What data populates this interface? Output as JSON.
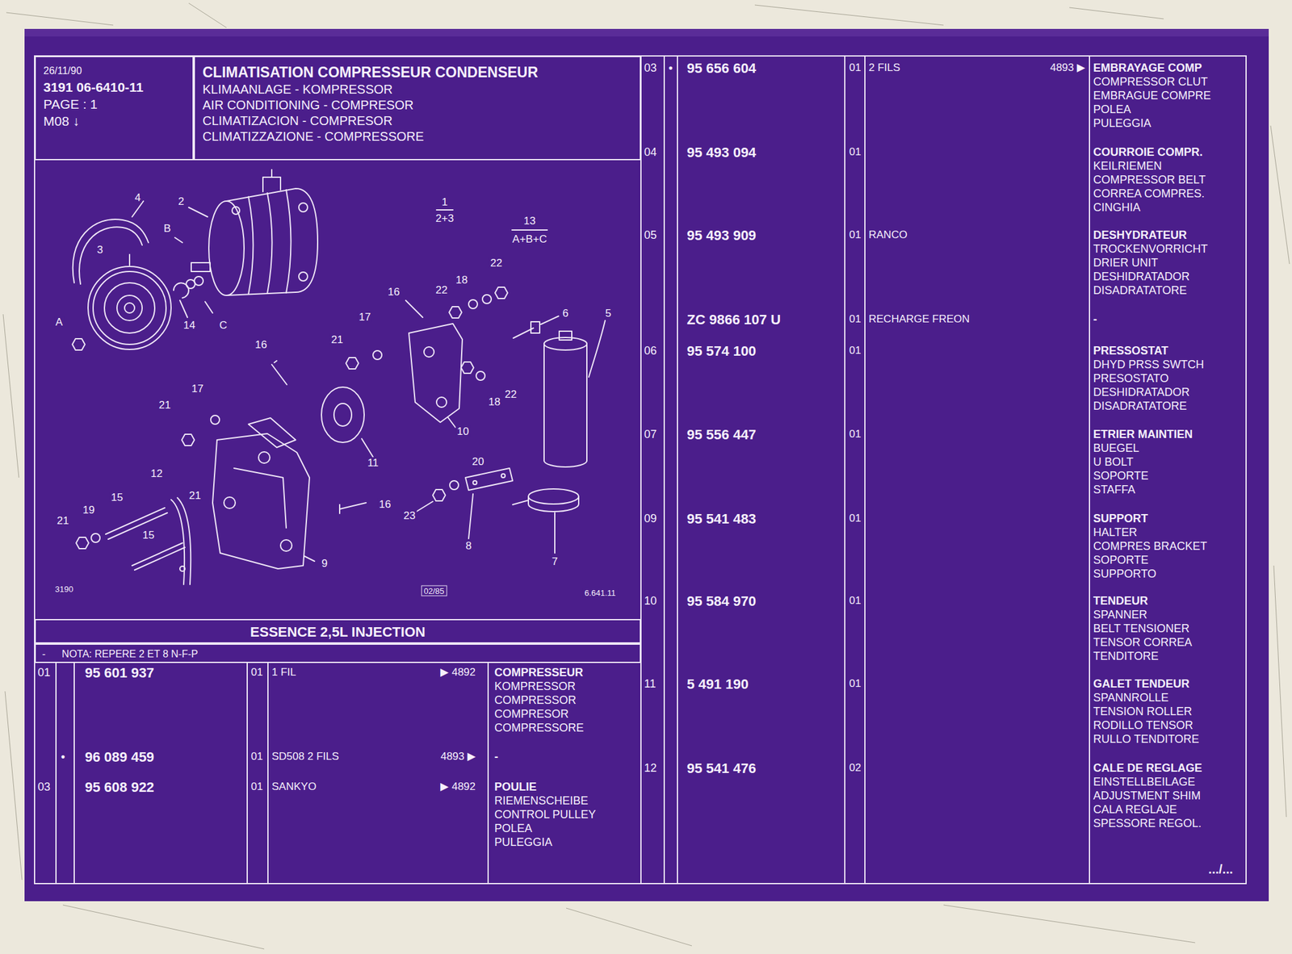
{
  "diagram": {
    "nodes": [
      {
        "text": [
          "26/11/90",
          "3191 06-6410-11",
          "PAGE : 1",
          "M08 ↓"
        ]
      },
      {
        "text": [
          "CLIMATISATION COMPRESSEUR CONDENSEUR",
          "KLIMAANLAGE - KOMPRESSOR",
          "AIR CONDITIONING - COMPRESOR",
          "CLIMATIZACION - COMPRESOR",
          "CLIMATIZZAZIONE - COMPRESSORE"
        ]
      },
      {
        "text": [
          "ESSENCE 2,5L INJECTION"
        ]
      },
      {
        "text": [
          "-",
          "NOTA: REPERE 2 ET 8 N-F-P"
        ]
      }
    ],
    "labels": [
      "4",
      "2",
      "B",
      "3",
      "1",
      "2+3",
      "13",
      "A+B+C",
      "22",
      "18",
      "16",
      "22",
      "6",
      "5",
      "A",
      "14",
      "C",
      "17",
      "16",
      "21",
      "17",
      "22",
      "18",
      "21",
      "10",
      "11",
      "20",
      "12",
      "15",
      "21",
      "16",
      "19",
      "21",
      "15",
      "23",
      "8",
      "9",
      "7",
      "3190",
      "02/85",
      "6.641.11",
      "01",
      "95 601 937",
      "01",
      "1 FIL",
      "▶ 4892",
      "COMPRESSEUR",
      "KOMPRESSOR",
      "COMPRESSOR",
      "COMPRESOR",
      "COMPRESSORE",
      "•",
      "96 089 459",
      "01",
      "SD508 2 FILS",
      "4893 ▶",
      "-",
      "03",
      "95 608 922",
      "01",
      "SANKYO",
      "▶ 4892",
      "POULIE",
      "RIEMENSCHEIBE",
      "CONTROL PULLEY",
      "POLEA",
      "PULEGGIA",
      "03",
      "•",
      "95 656 604",
      "01",
      "2 FILS",
      "4893 ▶",
      "EMBRAYAGE COMP",
      "COMPRESSOR CLUT",
      "EMBRAGUE COMPRE",
      "POLEA",
      "PULEGGIA",
      "04",
      "95 493 094",
      "01",
      "COURROIE COMPR.",
      "KEILRIEMEN",
      "COMPRESSOR BELT",
      "CORREA COMPRES.",
      "CINGHIA",
      "05",
      "95 493 909",
      "01",
      "RANCO",
      "DESHYDRATEUR",
      "TROCKENVORRICHT",
      "DRIER UNIT",
      "DESHIDRATADOR",
      "DISADRATATORE",
      "ZC 9866 107 U",
      "01",
      "RECHARGE FREON",
      "-",
      "06",
      "95 574 100",
      "01",
      "PRESSOSTAT",
      "DHYD PRSS SWTCH",
      "PRESOSTATO",
      "DESHIDRATADOR",
      "DISADRATATORE",
      "07",
      "95 556 447",
      "01",
      "ETRIER MAINTIEN",
      "BUEGEL",
      "U BOLT",
      "SOPORTE",
      "STAFFA",
      "09",
      "95 541 483",
      "01",
      "SUPPORT",
      "HALTER",
      "COMPRES BRACKET",
      "SOPORTE",
      "SUPPORTO",
      "10",
      "95 584 970",
      "01",
      "TENDEUR",
      "SPANNER",
      "BELT TENSIONER",
      "TENSOR CORREA",
      "TENDITORE",
      "11",
      "5 491 190",
      "01",
      "GALET TENDEUR",
      "SPANNROLLE",
      "TENSION ROLLER",
      "RODILLO TENSOR",
      "RULLO TENDITORE",
      "12",
      "95 541 476",
      "02",
      "CALE DE REGLAGE",
      "EINSTELLBEILAGE",
      "ADJUSTMENT SHIM",
      "CALA REGLAJE",
      "SPESSORE REGOL.",
      ".../..."
    ]
  }
}
